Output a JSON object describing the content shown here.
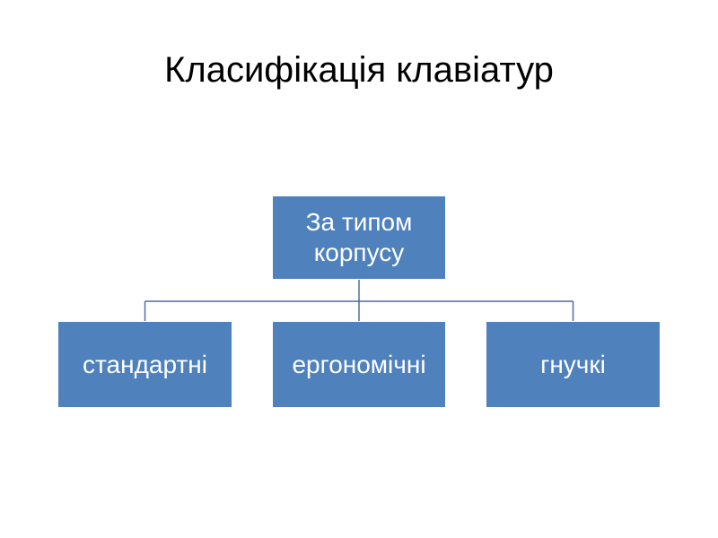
{
  "slide": {
    "title": "Класифікація клавіатур"
  },
  "diagram": {
    "root": {
      "label": "За типом корпусу"
    },
    "children": [
      {
        "label": "стандартні"
      },
      {
        "label": "ергономічні"
      },
      {
        "label": "гнучкі"
      }
    ],
    "colors": {
      "box_fill": "#4f81bd",
      "box_border": "#ffffff",
      "connector": "#4a6f9f",
      "text": "#ffffff"
    }
  }
}
